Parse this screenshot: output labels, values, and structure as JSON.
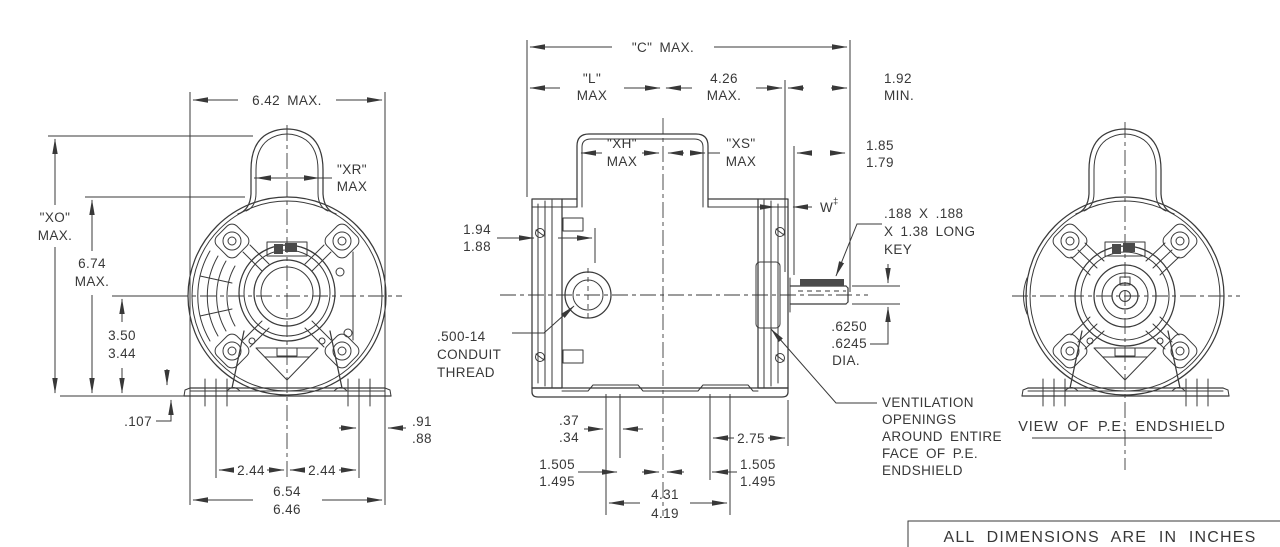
{
  "drawing": {
    "meta": {
      "line_color": "#3a3a3a",
      "background": "#ffffff",
      "type": "motor-outline-dimension-drawing"
    },
    "left_view": {
      "dim_642": "6.42 MAX.",
      "xr_1": "\"XR\"",
      "xr_2": "MAX",
      "xo_1": "\"XO\"",
      "xo_2": "MAX.",
      "d674_1": "6.74",
      "d674_2": "MAX.",
      "d350_1": "3.50",
      "d350_2": "3.44",
      "d107": ".107",
      "d91_1": ".91",
      "d91_2": ".88",
      "d244_left": "2.44",
      "d244_right": "2.44",
      "d654_1": "6.54",
      "d654_2": "6.46"
    },
    "side_view": {
      "dim_c": "\"C\" MAX.",
      "l_1": "\"L\"",
      "l_2": "MAX",
      "d426_1": "4.26",
      "d426_2": "MAX.",
      "d192_1": "1.92",
      "d192_2": "MIN.",
      "xh_1": "\"XH\"",
      "xh_2": "MAX",
      "xs_1": "\"XS\"",
      "xs_2": "MAX",
      "d185_1": "1.85",
      "d185_2": "1.79",
      "w": "W",
      "w_sup": "‡",
      "d194_1": "1.94",
      "d194_2": "1.88",
      "conduit_1": ".500-14",
      "conduit_2": "CONDUIT",
      "conduit_3": "THREAD",
      "key_1": ".188 X .188",
      "key_2": "X 1.38 LONG",
      "key_3": "KEY",
      "dia_1": ".6250",
      "dia_2": ".6245",
      "dia_3": "DIA.",
      "vent_1": "VENTILATION",
      "vent_2": "OPENINGS",
      "vent_3": "AROUND ENTIRE",
      "vent_4": "FACE OF P.E.",
      "vent_5": "ENDSHIELD",
      "d37_1": ".37",
      "d37_2": ".34",
      "d275": "2.75",
      "d1505l_1": "1.505",
      "d1505l_2": "1.495",
      "d1505r_1": "1.505",
      "d1505r_2": "1.495",
      "d431_1": "4.31",
      "d431_2": "4.19"
    },
    "pe_view": {
      "caption": "VIEW OF P.E. ENDSHIELD"
    },
    "footer": {
      "note": "ALL DIMENSIONS ARE IN INCHES"
    }
  }
}
